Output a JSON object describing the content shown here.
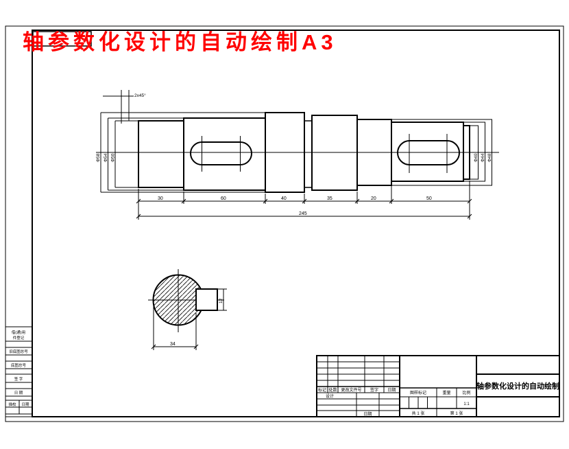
{
  "page": {
    "red_title": "轴参数化设计的自动绘制A3"
  },
  "drawing": {
    "chamfer_dim": "2x45°",
    "left_dia_dims": [
      "Φ58",
      "Φ54",
      "Φ50"
    ],
    "right_dia_dims": [
      "Φ48",
      "Φ44",
      "Φ40"
    ],
    "length_dims": [
      "30",
      "60",
      "40",
      "35",
      "20",
      "50"
    ],
    "overall_length": "245",
    "section_width_dim": "34",
    "section_key_dim": "12"
  },
  "left_strip": {
    "borrow_line1": "借(通)用",
    "borrow_line2": "件登记",
    "old_base_no": "旧底图总号",
    "base_no": "底图总号",
    "sign": "签 字",
    "date": "日 期",
    "trace": "描校",
    "trace_date": "日期"
  },
  "title_block": {
    "rev_headers": [
      "标记",
      "处数",
      "更改文件号",
      "签字",
      "日期"
    ],
    "design_label": "设计",
    "date_label": "日期",
    "mark_label": "图样标记",
    "weight_label": "重量",
    "scale_label": "比例",
    "scale_value": "1:1",
    "sheet_total": "共 1 张",
    "sheet_no": "第 1 张",
    "part_title": "轴参数化设计的自动绘制"
  }
}
